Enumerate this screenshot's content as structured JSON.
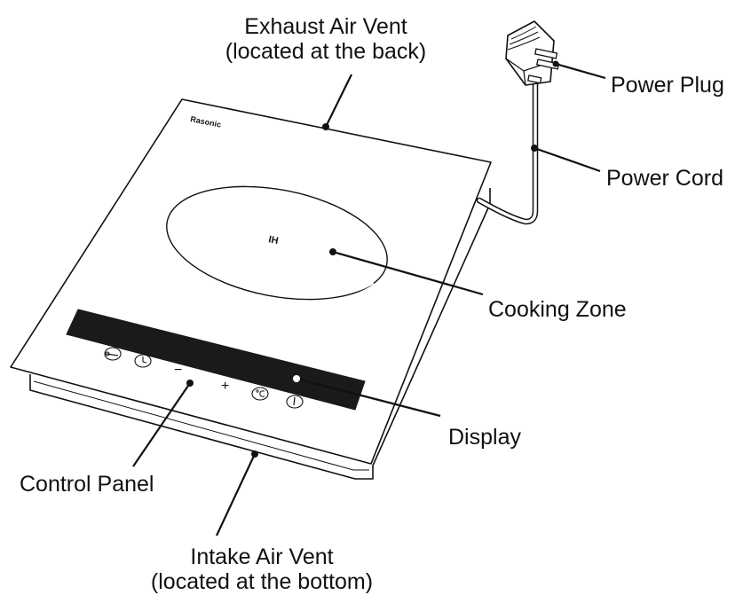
{
  "device": {
    "brand": "Rasonic",
    "zone_mark": "IH",
    "controls": {
      "minus": "−",
      "plus": "+"
    }
  },
  "labels": {
    "exhaust_line1": "Exhaust Air Vent",
    "exhaust_line2": "(located at the back)",
    "power_plug": "Power Plug",
    "power_cord": "Power Cord",
    "cooking_zone": "Cooking Zone",
    "display": "Display",
    "control_panel": "Control Panel",
    "intake_line1": "Intake Air Vent",
    "intake_line2": "(located at the bottom)"
  },
  "colors": {
    "ink": "#111111",
    "display_panel": "#1a1a1a",
    "background": "#ffffff"
  }
}
